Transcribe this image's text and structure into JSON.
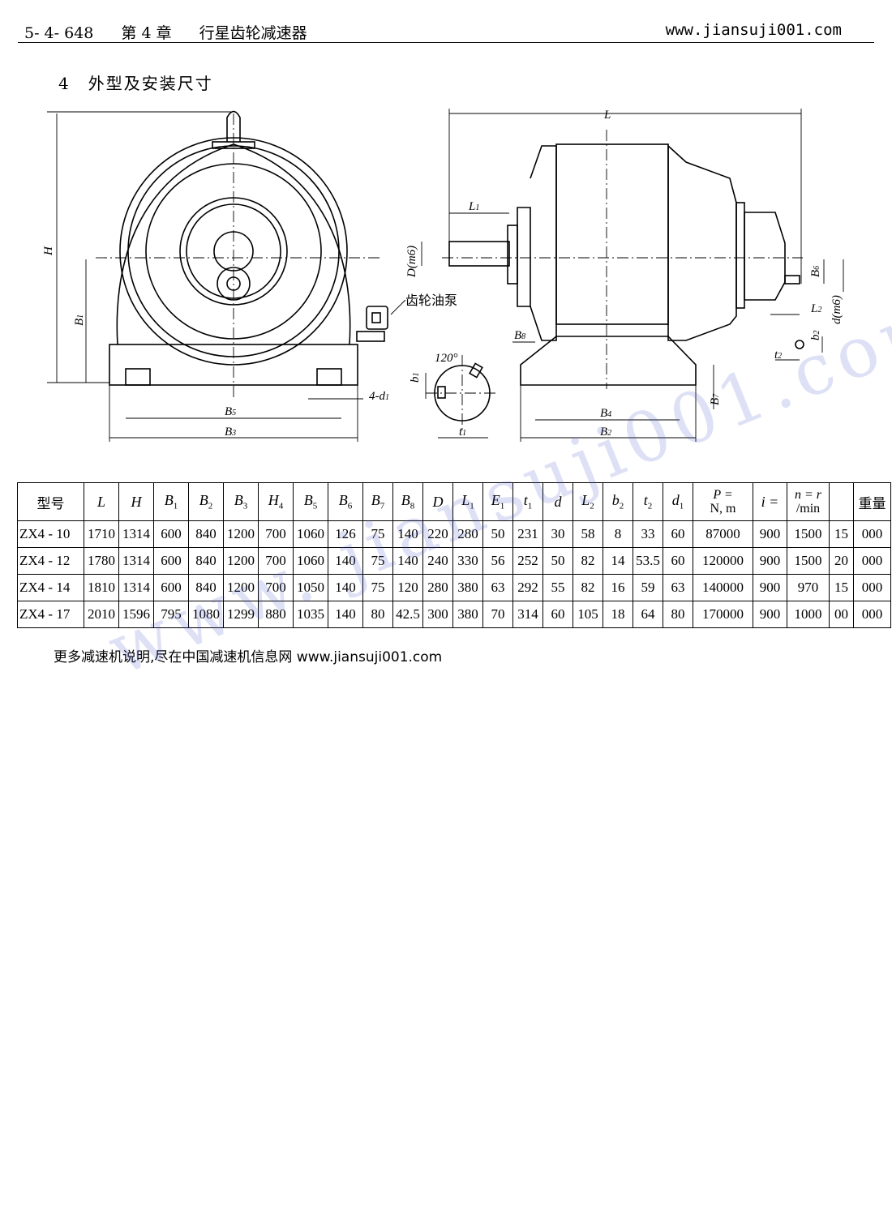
{
  "header": {
    "page_number": "5- 4- 648",
    "chapter": "第 4 章",
    "chapter_title": "行星齿轮减速器",
    "website": "www.jiansuji001.com"
  },
  "section": {
    "number": "4",
    "title": "外型及安装尺寸"
  },
  "drawing": {
    "labels": {
      "H": "H",
      "B1": "B",
      "B1_sub": "1",
      "B5": "B",
      "B5_sub": "5",
      "B3": "B",
      "B3_sub": "3",
      "d1": "4-d",
      "d1_sub": "1",
      "pump": "齿轮油泵",
      "angle": "120°",
      "b1": "b",
      "b1_sub": "1",
      "t1": "t",
      "t1_sub": "1",
      "L": "L",
      "L1": "L",
      "L1_sub": "1",
      "Dm6": "D(m6)",
      "B8": "B",
      "B8_sub": "8",
      "B4": "B",
      "B4_sub": "4",
      "B2": "B",
      "B2_sub": "2",
      "B6": "B",
      "B6_sub": "6",
      "L2": "L",
      "L2_sub": "2",
      "dm6": "d(m6)",
      "b2": "b",
      "b2_sub": "2",
      "t2": "t",
      "t2_sub": "2",
      "B7": "B",
      "B7_sub": "7"
    }
  },
  "table": {
    "headers": [
      {
        "t": "型号",
        "cn": true
      },
      {
        "t": "L"
      },
      {
        "t": "H"
      },
      {
        "t": "B",
        "s": "1"
      },
      {
        "t": "B",
        "s": "2"
      },
      {
        "t": "B",
        "s": "3"
      },
      {
        "t": "H",
        "s": "4"
      },
      {
        "t": "B",
        "s": "5"
      },
      {
        "t": "B",
        "s": "6"
      },
      {
        "t": "B",
        "s": "7"
      },
      {
        "t": "B",
        "s": "8"
      },
      {
        "t": "D"
      },
      {
        "t": "L",
        "s": "1"
      },
      {
        "t": "E",
        "s": "1"
      },
      {
        "t": "t",
        "s": "1"
      },
      {
        "t": "d"
      },
      {
        "t": "L",
        "s": "2"
      },
      {
        "t": "b",
        "s": "2"
      },
      {
        "t": "t",
        "s": "2"
      },
      {
        "t": "d",
        "s": "1"
      },
      {
        "t": "P =",
        "l2": "N, m",
        "stack": true
      },
      {
        "t": "i ="
      },
      {
        "t": "n = r",
        "l2": "/min",
        "stack": true
      },
      {
        "t": ""
      },
      {
        "t": "重量",
        "cn": true
      }
    ],
    "rows": [
      [
        "ZX4 - 10",
        "1710",
        "1314",
        "600",
        "840",
        "1200",
        "700",
        "1060",
        "126",
        "75",
        "140",
        "220",
        "280",
        "50",
        "231",
        "30",
        "58",
        "8",
        "33",
        "60",
        "87000",
        "900",
        "1500",
        "15",
        "000"
      ],
      [
        "ZX4 - 12",
        "1780",
        "1314",
        "600",
        "840",
        "1200",
        "700",
        "1060",
        "140",
        "75",
        "140",
        "240",
        "330",
        "56",
        "252",
        "50",
        "82",
        "14",
        "53.5",
        "60",
        "120000",
        "900",
        "1500",
        "20",
        "000"
      ],
      [
        "ZX4 - 14",
        "1810",
        "1314",
        "600",
        "840",
        "1200",
        "700",
        "1050",
        "140",
        "75",
        "120",
        "280",
        "380",
        "63",
        "292",
        "55",
        "82",
        "16",
        "59",
        "63",
        "140000",
        "900",
        "970",
        "15",
        "000"
      ],
      [
        "ZX4 - 17",
        "2010",
        "1596",
        "795",
        "1080",
        "1299",
        "880",
        "1035",
        "140",
        "80",
        "42.5",
        "300",
        "380",
        "70",
        "314",
        "60",
        "105",
        "18",
        "64",
        "80",
        "170000",
        "900",
        "1000",
        "00",
        "000"
      ]
    ]
  },
  "footer_note": "更多减速机说明,尽在中国减速机信息网 www.jiansuji001.com",
  "watermark": "www. jiansuji001.com"
}
